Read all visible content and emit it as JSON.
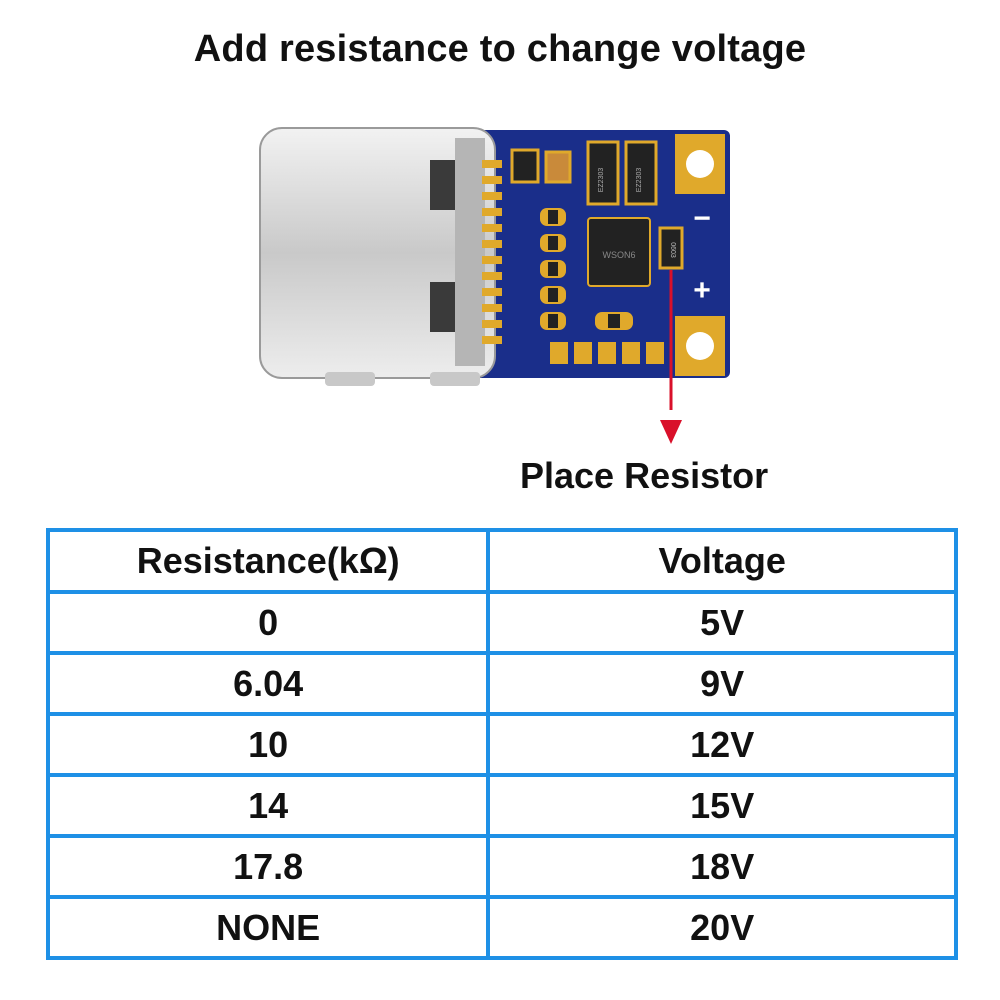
{
  "title": "Add resistance to change voltage",
  "callout": "Place Resistor",
  "board": {
    "chip_label": "WSON6",
    "resistor_label": "0603",
    "diode_label": "EZ2303",
    "minus": "−",
    "plus": "+"
  },
  "table": {
    "headers": [
      "Resistance(kΩ)",
      "Voltage"
    ],
    "rows": [
      [
        "0",
        "5V"
      ],
      [
        "6.04",
        "9V"
      ],
      [
        "10",
        "12V"
      ],
      [
        "14",
        "15V"
      ],
      [
        "17.8",
        "18V"
      ],
      [
        "NONE",
        "20V"
      ]
    ]
  },
  "colors": {
    "table_border": "#1e90e6",
    "pcb": "#1a2e8a",
    "pad": "#e0a92b",
    "arrow": "#d9102a"
  }
}
